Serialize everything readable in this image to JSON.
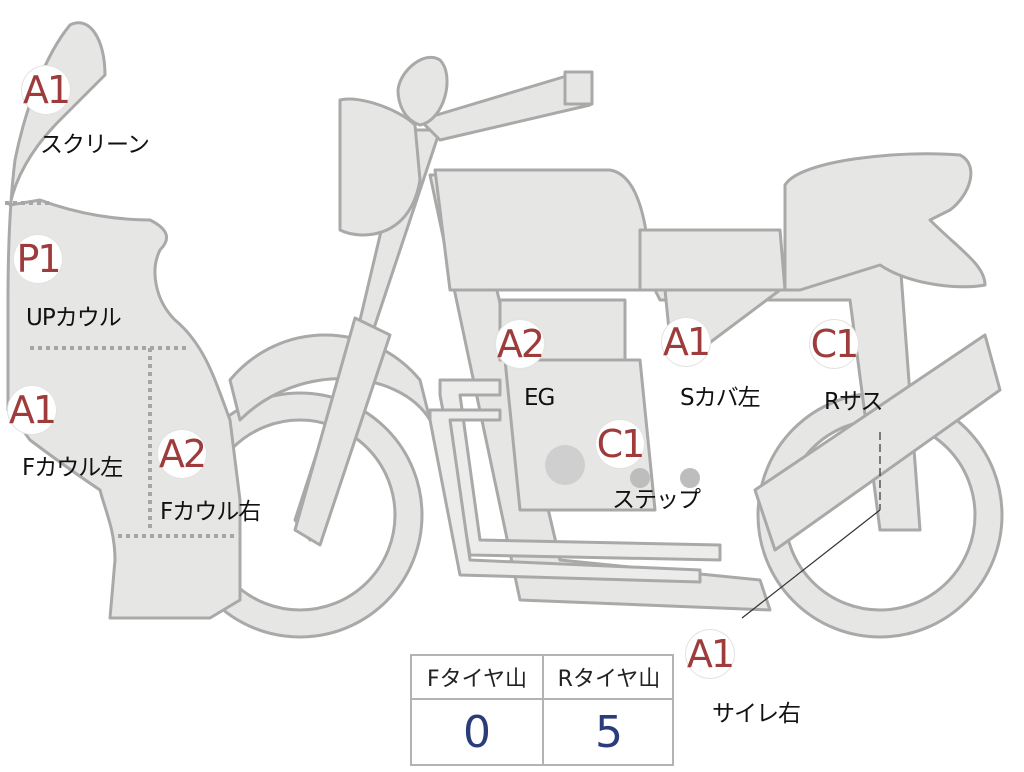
{
  "markers": [
    {
      "id": "screen",
      "grade": "A1",
      "label": "スクリーン"
    },
    {
      "id": "up-cowl",
      "grade": "P1",
      "label": "UPカウル"
    },
    {
      "id": "f-cowl-left",
      "grade": "A1",
      "label": "Fカウル左"
    },
    {
      "id": "f-cowl-right",
      "grade": "A2",
      "label": "Fカウル右"
    },
    {
      "id": "engine",
      "grade": "A2",
      "label": "EG"
    },
    {
      "id": "step",
      "grade": "C1",
      "label": "ステップ"
    },
    {
      "id": "side-cover-left",
      "grade": "A1",
      "label": "Sカバ左"
    },
    {
      "id": "rear-suspension",
      "grade": "C1",
      "label": "Rサス"
    },
    {
      "id": "muffler-right",
      "grade": "A1",
      "label": "サイレ右"
    }
  ],
  "tire_table": {
    "front_header": "Fタイヤ山",
    "rear_header": "Rタイヤ山",
    "front_value": "0",
    "rear_value": "5"
  },
  "colors": {
    "grade_text": "#9e3b3b",
    "value_text": "#2a3d7a",
    "part_fill": "#e6e6e4",
    "part_stroke": "#a9a9a9"
  }
}
